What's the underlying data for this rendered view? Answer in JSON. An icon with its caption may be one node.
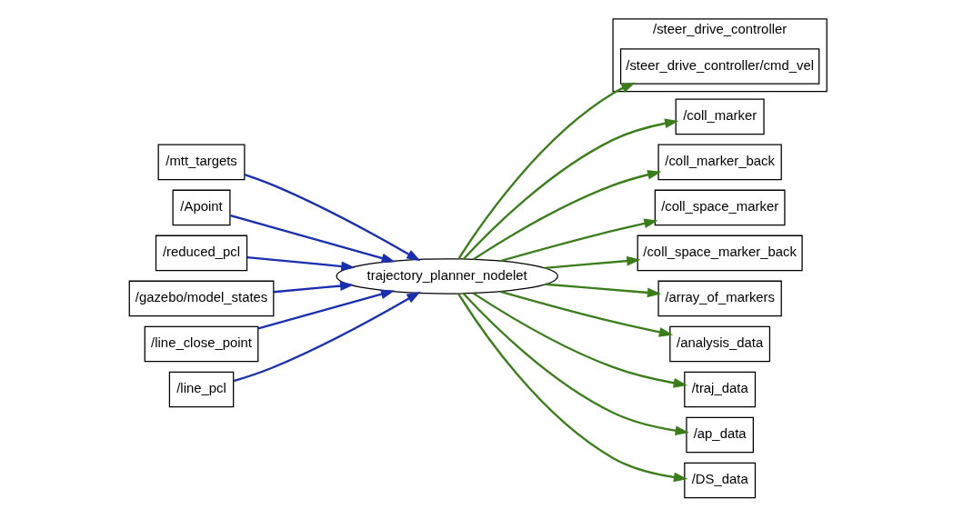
{
  "diagram": {
    "nodes": [
      {
        "text": [
          "/mtt_targets"
        ]
      },
      {
        "text": [
          "/Apoint"
        ]
      },
      {
        "text": [
          "/reduced_pcl"
        ]
      },
      {
        "text": [
          "/gazebo/model_states"
        ]
      },
      {
        "text": [
          "/line_close_point"
        ]
      },
      {
        "text": [
          "/line_pcl"
        ]
      },
      {
        "text": [
          "trajectory_planner_nodelet"
        ]
      },
      {
        "text": [
          "/steer_drive_controller"
        ]
      },
      {
        "text": [
          "/steer_drive_controller/cmd_vel"
        ],
        "in": 7
      },
      {
        "text": [
          "/coll_marker"
        ]
      },
      {
        "text": [
          "/coll_marker_back"
        ]
      },
      {
        "text": [
          "/coll_space_marker"
        ]
      },
      {
        "text": [
          "/coll_space_marker_back"
        ]
      },
      {
        "text": [
          "/array_of_markers"
        ]
      },
      {
        "text": [
          "/analysis_data"
        ]
      },
      {
        "text": [
          "/traj_data"
        ]
      },
      {
        "text": [
          "/ap_data"
        ]
      },
      {
        "text": [
          "/DS_data"
        ]
      }
    ],
    "edges": [
      {
        "from": 0,
        "to": 6,
        "arrow": "to",
        "color": "#1a2fb0"
      },
      {
        "from": 1,
        "to": 6,
        "arrow": "to",
        "color": "#1a2fb0"
      },
      {
        "from": 2,
        "to": 6,
        "arrow": "to",
        "color": "#1a2fb0"
      },
      {
        "from": 3,
        "to": 6,
        "arrow": "to",
        "color": "#1a2fb0"
      },
      {
        "from": 4,
        "to": 6,
        "arrow": "to",
        "color": "#1a2fb0"
      },
      {
        "from": 5,
        "to": 6,
        "arrow": "to",
        "color": "#1a2fb0"
      },
      {
        "from": 6,
        "to": 8,
        "arrow": "to"
      },
      {
        "from": 6,
        "to": 9,
        "arrow": "to"
      },
      {
        "from": 6,
        "to": 10,
        "arrow": "to"
      },
      {
        "from": 6,
        "to": 11,
        "arrow": "to"
      },
      {
        "from": 6,
        "to": 12,
        "arrow": "to"
      },
      {
        "from": 6,
        "to": 13,
        "arrow": "to"
      },
      {
        "from": 6,
        "to": 14,
        "arrow": "to"
      },
      {
        "from": 6,
        "to": 15,
        "arrow": "to"
      },
      {
        "from": 6,
        "to": 16,
        "arrow": "to"
      },
      {
        "from": 6,
        "to": 17,
        "arrow": "to"
      }
    ]
  }
}
